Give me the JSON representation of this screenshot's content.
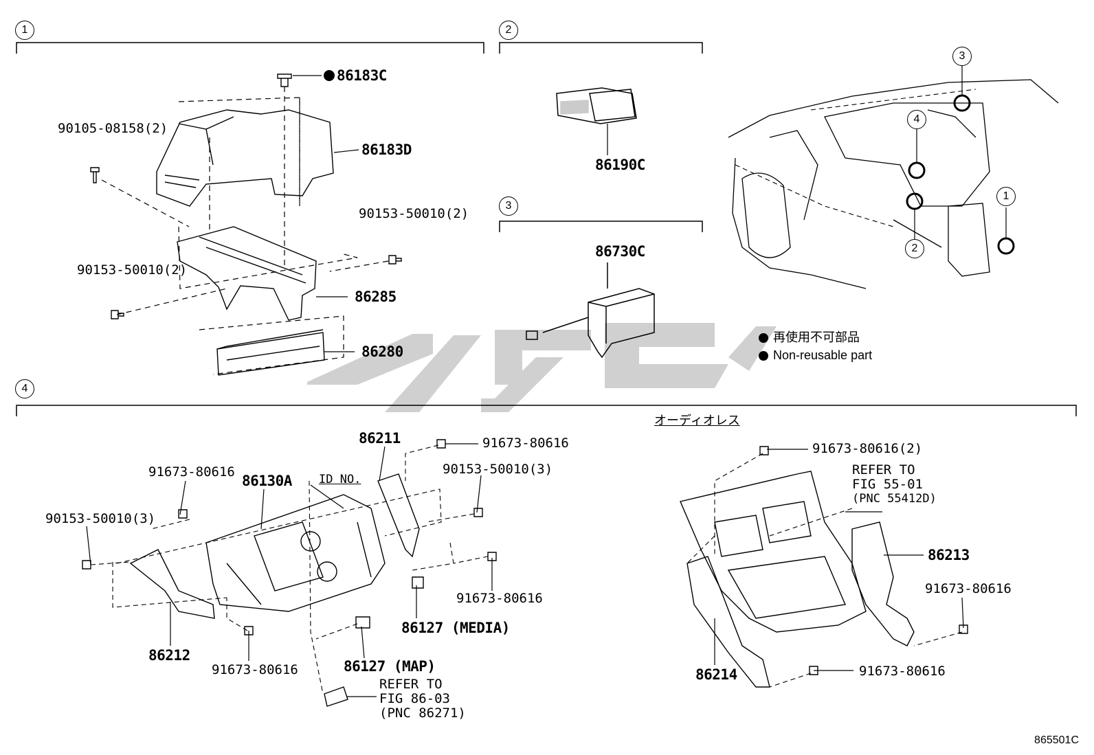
{
  "sections": [
    {
      "num": "1"
    },
    {
      "num": "2"
    },
    {
      "num": "3"
    },
    {
      "num": "4",
      "title": "オーディオレス"
    }
  ],
  "parts": {
    "p86183C": "86183C",
    "p86183D": "86183D",
    "p90105_08158": "90105-08158(2)",
    "p90153_50010_a": "90153-50010(2)",
    "p90153_50010_b": "90153-50010(2)",
    "p86285": "86285",
    "p86280": "86280",
    "p86190C": "86190C",
    "p86730C": "86730C",
    "p86211": "86211",
    "p91673_80616_a": "91673-80616",
    "p91673_80616_b": "91673-80616",
    "p90153_50010_c": "90153-50010(3)",
    "p90153_50010_d": "90153-50010(3)",
    "p86130A": "86130A",
    "id_no": "ID NO.",
    "p91673_80616_c": "91673-80616",
    "p86212": "86212",
    "p91673_80616_d": "91673-80616",
    "p86127_media": "86127 (MEDIA)",
    "p86127_map": "86127 (MAP)",
    "refer_86_03": [
      "REFER TO",
      "FIG 86-03",
      "(PNC 86271)"
    ],
    "p91673_80616_e": "91673-80616(2)",
    "refer_55_01": [
      "REFER TO",
      "FIG 55-01",
      "(PNC 55412D)"
    ],
    "p86213": "86213",
    "p91673_80616_f": "91673-80616",
    "p86214": "86214",
    "p91673_80616_g": "91673-80616"
  },
  "legend": {
    "jp": "再使用不可部品",
    "en": "Non-reusable part"
  },
  "locator": {
    "c1": "1",
    "c2": "2",
    "c3": "3",
    "c4": "4"
  },
  "catalog_number": "865501C",
  "colors": {
    "line": "#000000",
    "watermark": "#c8c8c8",
    "background": "#ffffff"
  }
}
